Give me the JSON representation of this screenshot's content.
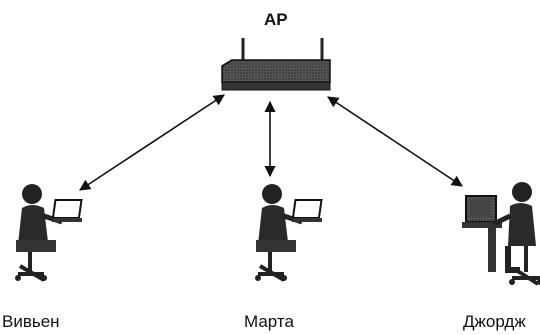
{
  "diagram": {
    "ap_label": "AP",
    "clients": [
      {
        "name": "Вивьен",
        "device": "laptop"
      },
      {
        "name": "Марта",
        "device": "laptop"
      },
      {
        "name": "Джордж",
        "device": "desktop"
      }
    ],
    "links": "bidirectional"
  },
  "colors": {
    "ink": "#111111",
    "background": "#ffffff",
    "device": "#2a2a2a"
  }
}
